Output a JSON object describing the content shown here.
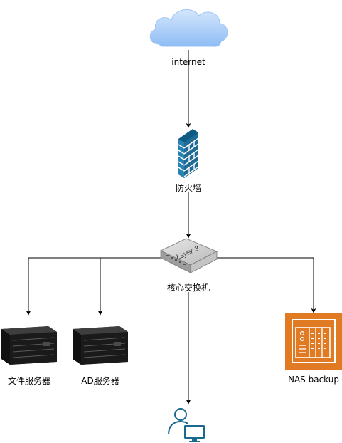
{
  "nodes": {
    "internet": {
      "label": "internet",
      "icon": "cloud-icon"
    },
    "firewall": {
      "label": "防火墙",
      "icon": "firewall-icon"
    },
    "core_switch": {
      "label": "核心交换机",
      "device_text": "Layer 3",
      "icon": "layer3-switch-icon"
    },
    "file_server": {
      "label": "文件服务器",
      "icon": "rack-server-icon"
    },
    "ad_server": {
      "label": "AD服务器",
      "icon": "rack-server-icon"
    },
    "nas_backup": {
      "label": "NAS backup",
      "icon": "nas-storage-icon"
    },
    "user_pc": {
      "label": "",
      "icon": "user-workstation-icon"
    }
  },
  "edges": [
    {
      "from": "internet",
      "to": "firewall"
    },
    {
      "from": "firewall",
      "to": "core_switch"
    },
    {
      "from": "core_switch",
      "to": "file_server"
    },
    {
      "from": "core_switch",
      "to": "ad_server"
    },
    {
      "from": "core_switch",
      "to": "user_pc"
    },
    {
      "from": "core_switch",
      "to": "nas_backup"
    }
  ],
  "colors": {
    "cloud_fill": "#b3d4fb",
    "firewall_blue": "#1f6b96",
    "server_dark": "#1b1b1b",
    "nas_orange": "#e07b24",
    "user_blue": "#1a6a8e",
    "edge": "#000000"
  }
}
